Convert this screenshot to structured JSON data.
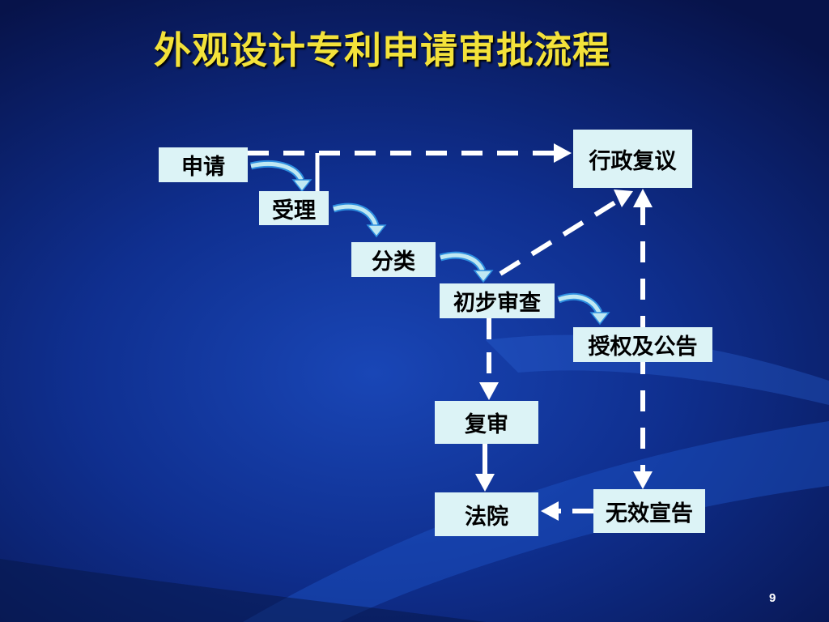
{
  "slide": {
    "title": "外观设计专利申请审批流程",
    "page_number": "9"
  },
  "nodes": {
    "apply": "申请",
    "accept": "受理",
    "classify": "分类",
    "preliminary_exam": "初步审查",
    "grant_announce": "授权及公告",
    "reexamination": "复审",
    "court": "法院",
    "invalidation": "无效宣告",
    "admin_reconsideration": "行政复议"
  },
  "colors": {
    "title": "#f3e23a",
    "box_fill": "#dcf3f6",
    "arrow": "#ffffff",
    "background": "#0f2f8f"
  }
}
